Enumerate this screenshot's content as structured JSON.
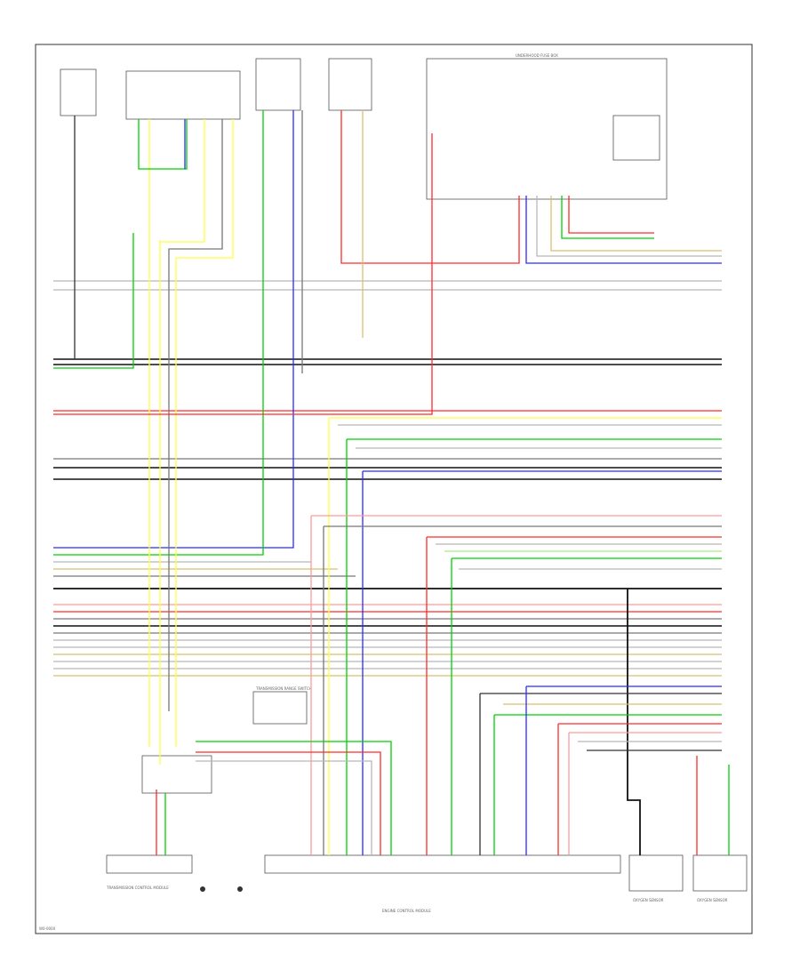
{
  "diagram": {
    "page_code": "W0-0000",
    "components": {
      "ecm": "ENGINE CONTROL MODULE",
      "tcm": "TRANSMISSION CONTROL MODULE",
      "fuse_box": "UNDERHOOD FUSE BOX",
      "transmission_range_switch": "TRANSMISSION RANGE SWITCH",
      "oxygen_sensor_1": "OXYGEN SENSOR",
      "oxygen_sensor_2": "OXYGEN SENSOR"
    },
    "wire_colors": {
      "green": "#00d000",
      "yellow": "#ffff40",
      "blue": "#2a2aff",
      "red": "#ff2a2a",
      "gray": "#777777",
      "dark": "#333333",
      "black": "#111111",
      "light_gray": "#b8b8b8",
      "tan": "#d8c070",
      "pink": "#ff9a9a",
      "light_green": "#a0f080"
    }
  }
}
